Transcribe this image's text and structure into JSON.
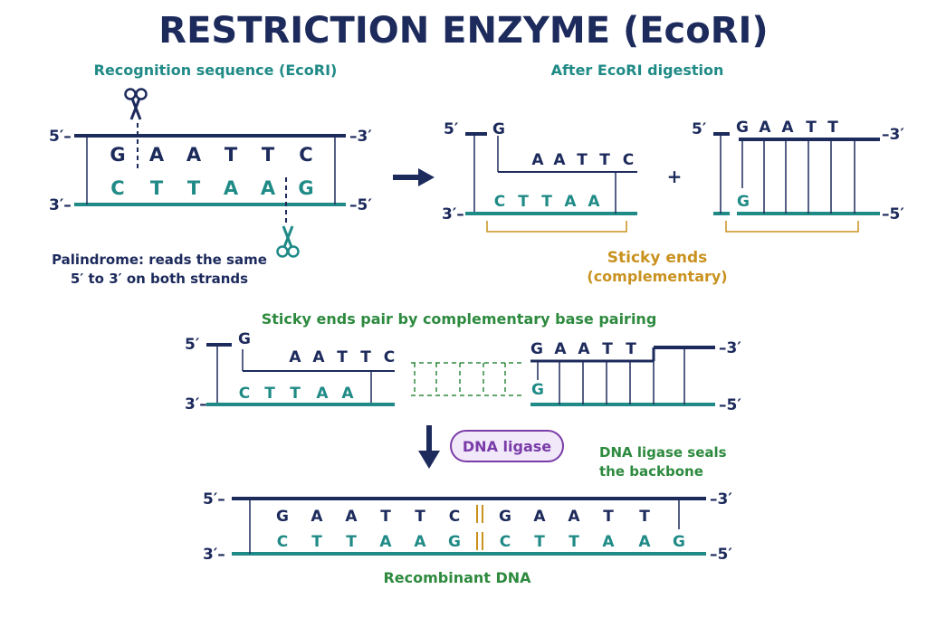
{
  "title": "RESTRICTION ENZYME (EcoRI)",
  "panels": {
    "recognition": {
      "heading": "Recognition sequence (EcoRI)",
      "end_5_left": "5′–",
      "end_3_right": "–3′",
      "end_3_left": "3′–",
      "end_5_right": "–5′",
      "top_bases": [
        "G",
        "A",
        "A",
        "T",
        "T",
        "C"
      ],
      "bottom_bases": [
        "C",
        "T",
        "T",
        "A",
        "A",
        "G"
      ],
      "note_line1": "Palindrome: reads the same",
      "note_line2": "5′ to 3′ on both strands"
    },
    "digestion": {
      "heading": "After EcoRI digestion",
      "left_fragment": {
        "end_5": "5′",
        "end_3": "3′–",
        "overhang_base": "G",
        "top_bases": [
          "A",
          "A",
          "T",
          "T",
          "C"
        ],
        "bottom_bases": [
          "C",
          "T",
          "T",
          "A",
          "A"
        ]
      },
      "plus": "+",
      "right_fragment": {
        "end_5": "5′",
        "end_3_top": "–3′",
        "end_5_bottom": "–5′",
        "top_bases": [
          "G",
          "A",
          "A",
          "T",
          "T"
        ],
        "bottom_base": "G"
      },
      "sticky_label": "Sticky ends",
      "sticky_sub": "(complementary)"
    },
    "pairing": {
      "heading": "Sticky ends pair by complementary base pairing",
      "end_5_left": "5′",
      "end_3_left": "3′–",
      "end_3_right": "–3′",
      "end_5_right": "–5′",
      "left_overhang": "G",
      "left_top": [
        "A",
        "A",
        "T",
        "T",
        "C"
      ],
      "left_bottom": [
        "C",
        "T",
        "T",
        "A",
        "A"
      ],
      "right_top": [
        "G",
        "A",
        "A",
        "T",
        "T"
      ],
      "right_bottom": "G"
    },
    "ligation": {
      "enzyme_label": "DNA ligase",
      "note_line1": "DNA ligase seals",
      "note_line2": "the backbone",
      "end_5_left": "5′–",
      "end_3_right": "–3′",
      "end_3_left": "3′–",
      "end_5_right": "–5′",
      "top_left": [
        "G",
        "A",
        "A",
        "T",
        "T",
        "C"
      ],
      "top_right": [
        "G",
        "A",
        "A",
        "T",
        "T"
      ],
      "bottom_left": [
        "C",
        "T",
        "T",
        "A",
        "A",
        "G"
      ],
      "bottom_right": [
        "C",
        "T",
        "T",
        "A",
        "A",
        "G"
      ],
      "result_label": "Recombinant DNA"
    }
  },
  "colors": {
    "navy": "#1c2a5c",
    "teal": "#1f8a86",
    "green": "#2d8a3e",
    "gold": "#c9921f",
    "purple": "#7a3ca8",
    "lavender": "#f1e8fa"
  },
  "icons": [
    "scissors-icon",
    "arrow-right-icon",
    "arrow-down-icon"
  ]
}
